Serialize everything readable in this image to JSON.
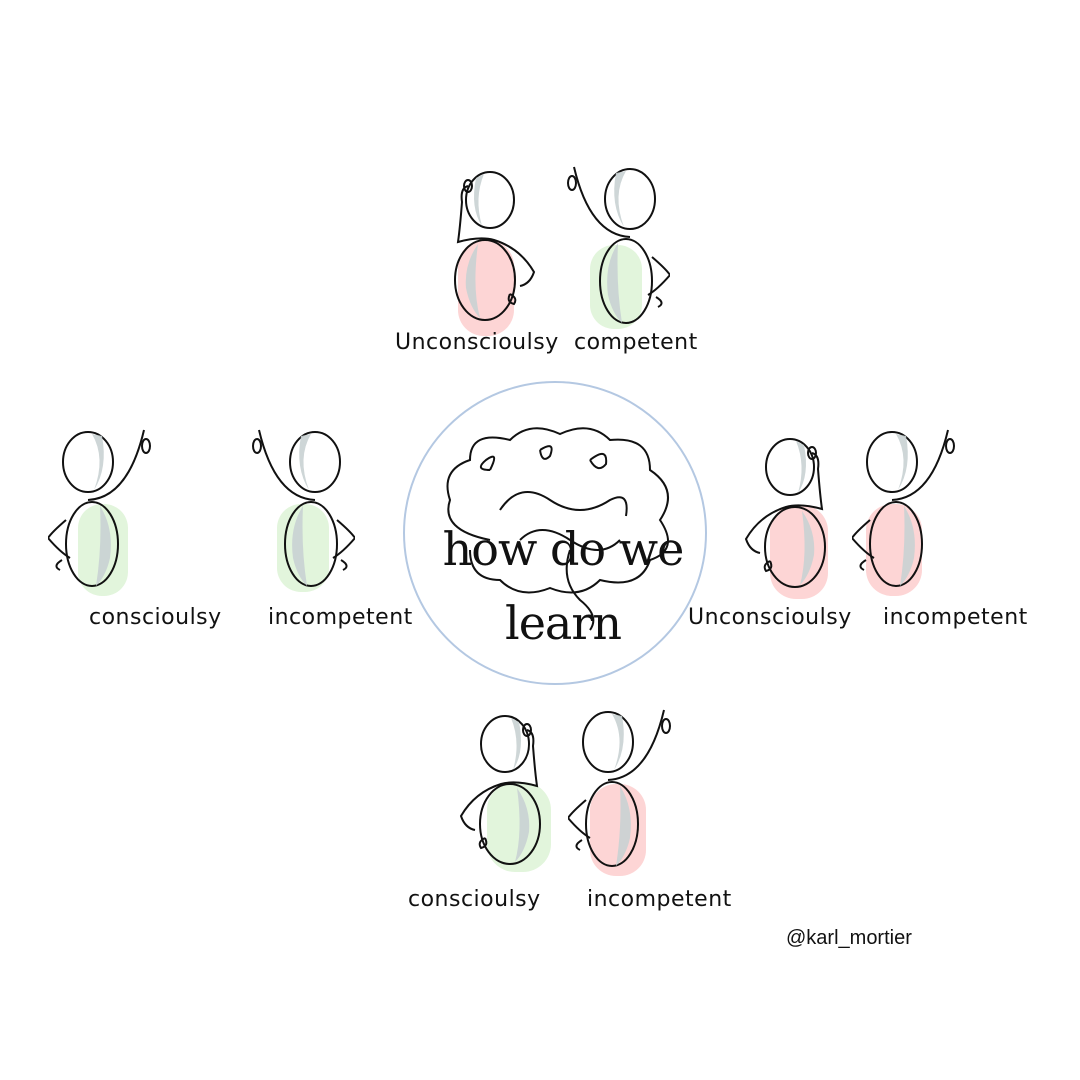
{
  "title_line1": "how do we",
  "title_line2": "learn",
  "credit": "@karl_mortier",
  "groups": {
    "top": {
      "left_label": "Unconscioulsy",
      "right_label": "competent"
    },
    "left": {
      "left_label": "conscioulsy",
      "right_label": "incompetent"
    },
    "right": {
      "left_label": "Unconscioulsy",
      "right_label": "incompetent"
    },
    "bottom": {
      "left_label": "conscioulsy",
      "right_label": "incompetent"
    }
  },
  "colors": {
    "green_fill": "#e2f5dc",
    "red_fill": "#fdd5d5",
    "head_shade": "#c9d1d3",
    "circle_stroke": "#b4c8e2",
    "ink": "#111111"
  }
}
